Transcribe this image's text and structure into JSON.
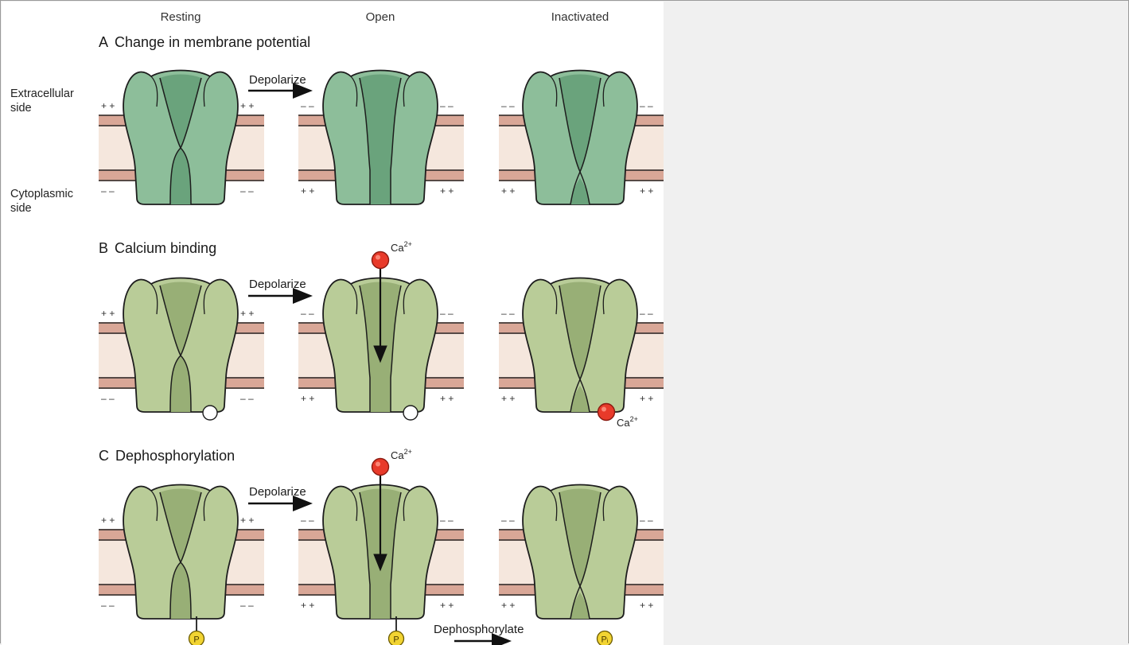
{
  "columns": {
    "resting": "Resting",
    "open": "Open",
    "inactivated": "Inactivated"
  },
  "side_labels": {
    "extracellular_1": "Extracellular",
    "extracellular_2": "side",
    "cytoplasmic_1": "Cytoplasmic",
    "cytoplasmic_2": "side"
  },
  "rows": [
    {
      "letter": "A",
      "title": "Change in membrane potential",
      "arrow": "Depolarize"
    },
    {
      "letter": "B",
      "title": "Calcium binding",
      "arrow": "Depolarize"
    },
    {
      "letter": "C",
      "title": "Dephosphorylation",
      "arrow": "Depolarize",
      "arrow2": "Dephosphorylate"
    }
  ],
  "ion": {
    "symbol": "Ca",
    "charge": "2+"
  },
  "phosphate": "P",
  "phosphate_inactive": "Pᵢ",
  "signs": {
    "plus": "+ +",
    "minus": "– –"
  },
  "colors": {
    "row_a_fill": "#8dbe9a",
    "row_a_pore": "#6aa37c",
    "row_bc_fill": "#b9cc98",
    "row_bc_pore": "#98af76",
    "membrane_fill": "#f5e7dd",
    "membrane_stripe": "#d9a797",
    "calcium": "#e83a2a",
    "phosphate": "#f2d432"
  }
}
